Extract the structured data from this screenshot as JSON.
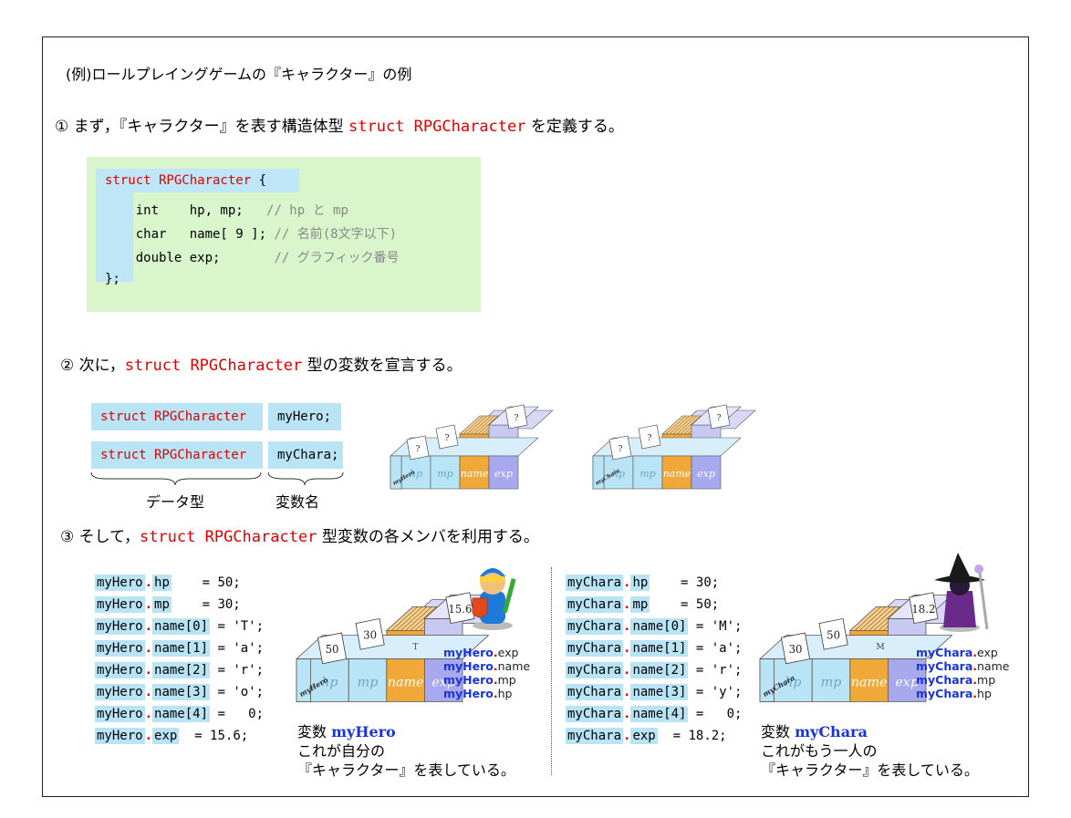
{
  "intro": "(例)ロールプレイングゲームの『キャラクター』の例",
  "step1": {
    "prefix": "① まず，『キャラクター』を表す構造体型 ",
    "code": "struct RPGCharacter",
    "suffix": " を定義する。"
  },
  "code": {
    "open_kw": "struct RPGCharacter",
    "open_brace": " {",
    "line1": "    int    hp, mp;   ",
    "comment1": "// hp と mp",
    "line2": "    char   name[ 9 ]; ",
    "comment2": "// 名前(8文字以下)",
    "line3": "    double exp;       ",
    "comment3": "// グラフィック番号",
    "close": "};"
  },
  "step2": {
    "prefix": "② 次に，",
    "code": "struct RPGCharacter",
    "suffix": " 型の変数を宣言する。"
  },
  "decl": {
    "type1": "struct RPGCharacter",
    "var1": "myHero;",
    "type2": "struct RPGCharacter",
    "var2": "myChara;",
    "type_label": "データ型",
    "var_label": "変数名"
  },
  "boxes": {
    "fields": [
      "hp",
      "mp",
      "name",
      "exp"
    ],
    "unknown": "?",
    "hero_name": "myHero",
    "chara_name": "myChara"
  },
  "step3": {
    "prefix": "③ そして，",
    "code": "struct RPGCharacter",
    "suffix": " 型変数の各メンバを利用する。"
  },
  "hero": {
    "lines": [
      {
        "var": "myHero",
        "member": "hp",
        "rest": "    = 50;"
      },
      {
        "var": "myHero",
        "member": "mp",
        "rest": "    = 30;"
      },
      {
        "var": "myHero",
        "member": "name[0]",
        "rest": " = 'T';"
      },
      {
        "var": "myHero",
        "member": "name[1]",
        "rest": " = 'a';"
      },
      {
        "var": "myHero",
        "member": "name[2]",
        "rest": " = 'r';"
      },
      {
        "var": "myHero",
        "member": "name[3]",
        "rest": " = 'o';"
      },
      {
        "var": "myHero",
        "member": "name[4]",
        "rest": " =   0;"
      },
      {
        "var": "myHero",
        "member": "exp",
        "rest": "  = 15.6;"
      }
    ],
    "values": {
      "hp": "50",
      "mp": "30",
      "exp": "15.6",
      "name": "T"
    },
    "labels": [
      "exp",
      "name",
      "mp",
      "hp"
    ],
    "caption1": "変数 ",
    "caption_var": "myHero",
    "caption2": "これが自分の",
    "caption3": "『キャラクター』を表している。"
  },
  "chara": {
    "lines": [
      {
        "var": "myChara",
        "member": "hp",
        "rest": "    = 30;"
      },
      {
        "var": "myChara",
        "member": "mp",
        "rest": "    = 50;"
      },
      {
        "var": "myChara",
        "member": "name[0]",
        "rest": " = 'M';"
      },
      {
        "var": "myChara",
        "member": "name[1]",
        "rest": " = 'a';"
      },
      {
        "var": "myChara",
        "member": "name[2]",
        "rest": " = 'r';"
      },
      {
        "var": "myChara",
        "member": "name[3]",
        "rest": " = 'y';"
      },
      {
        "var": "myChara",
        "member": "name[4]",
        "rest": " =   0;"
      },
      {
        "var": "myChara",
        "member": "exp",
        "rest": "  = 18.2;"
      }
    ],
    "values": {
      "hp": "30",
      "mp": "50",
      "exp": "18.2",
      "name": "M"
    },
    "labels": [
      "exp",
      "name",
      "mp",
      "hp"
    ],
    "caption1": "変数 ",
    "caption_var": "myChara",
    "caption2": "これがもう一人の",
    "caption3": "『キャラクター』を表している。"
  },
  "colors": {
    "cyan": "#b8e4f6",
    "orange": "#f0a838",
    "purple": "#a8a8ee",
    "red": "#e00000",
    "blue": "#1a34d8",
    "green_bg": "#d8f5cc"
  }
}
